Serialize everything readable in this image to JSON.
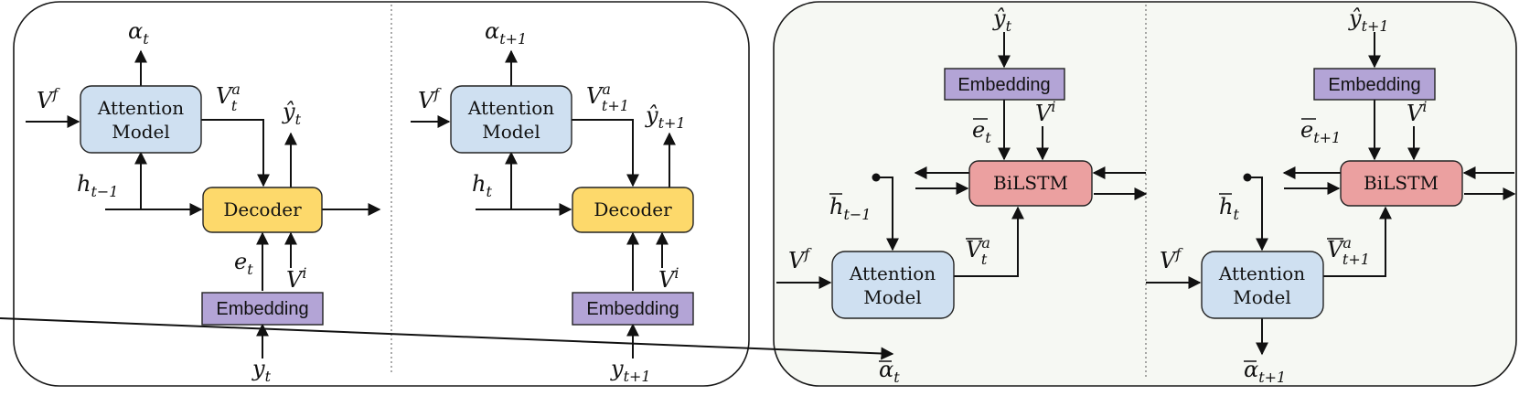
{
  "colors": {
    "attention": "#cfe0f1",
    "decoder": "#fdd96b",
    "embedding": "#b3a4d6",
    "bilstm": "#eba0a0",
    "right_bg": "#f6f8f3",
    "left_bg": "#ffffff"
  },
  "labels": {
    "attention_line1": "Attention",
    "attention_line2": "Model",
    "decoder": "Decoder",
    "embedding": "Embedding",
    "bilstm": "BiLSTM"
  },
  "symbols": {
    "alpha": "α",
    "V": "V",
    "h": "h",
    "e": "e",
    "y": "y",
    "y_hat": "ŷ",
    "f": "f",
    "i": "i",
    "a": "a",
    "t": "t",
    "t_minus_1": "t−1",
    "t_plus_1": "t+1"
  }
}
